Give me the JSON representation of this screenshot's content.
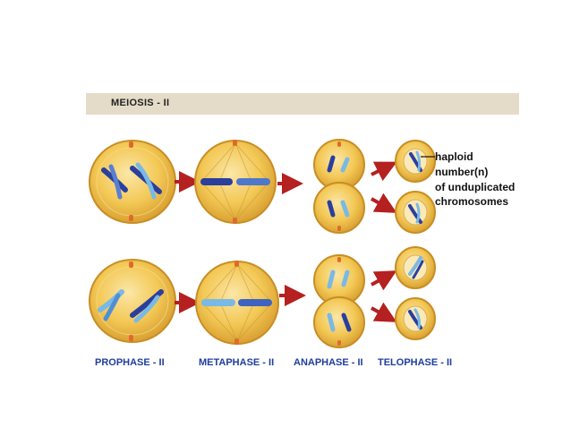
{
  "title": "MEIOSIS - II",
  "stages": [
    {
      "id": "prophase",
      "label": "PROPHASE - II"
    },
    {
      "id": "metaphase",
      "label": "METAPHASE - II"
    },
    {
      "id": "anaphase",
      "label": "ANAPHASE - II"
    },
    {
      "id": "telophase",
      "label": "TELOPHASE - II"
    }
  ],
  "annotation": {
    "line1": "haploid",
    "line2": "number(n)",
    "line3": "of unduplicated",
    "line4": "chromosomes"
  },
  "colors": {
    "cell_fill": "#f2c24c",
    "cell_edge": "#d49a2a",
    "chromosome_dark": "#2a3f9e",
    "chromosome_light": "#79b9e6",
    "arrow": "#b52020",
    "centriole": "#e06a2a"
  }
}
